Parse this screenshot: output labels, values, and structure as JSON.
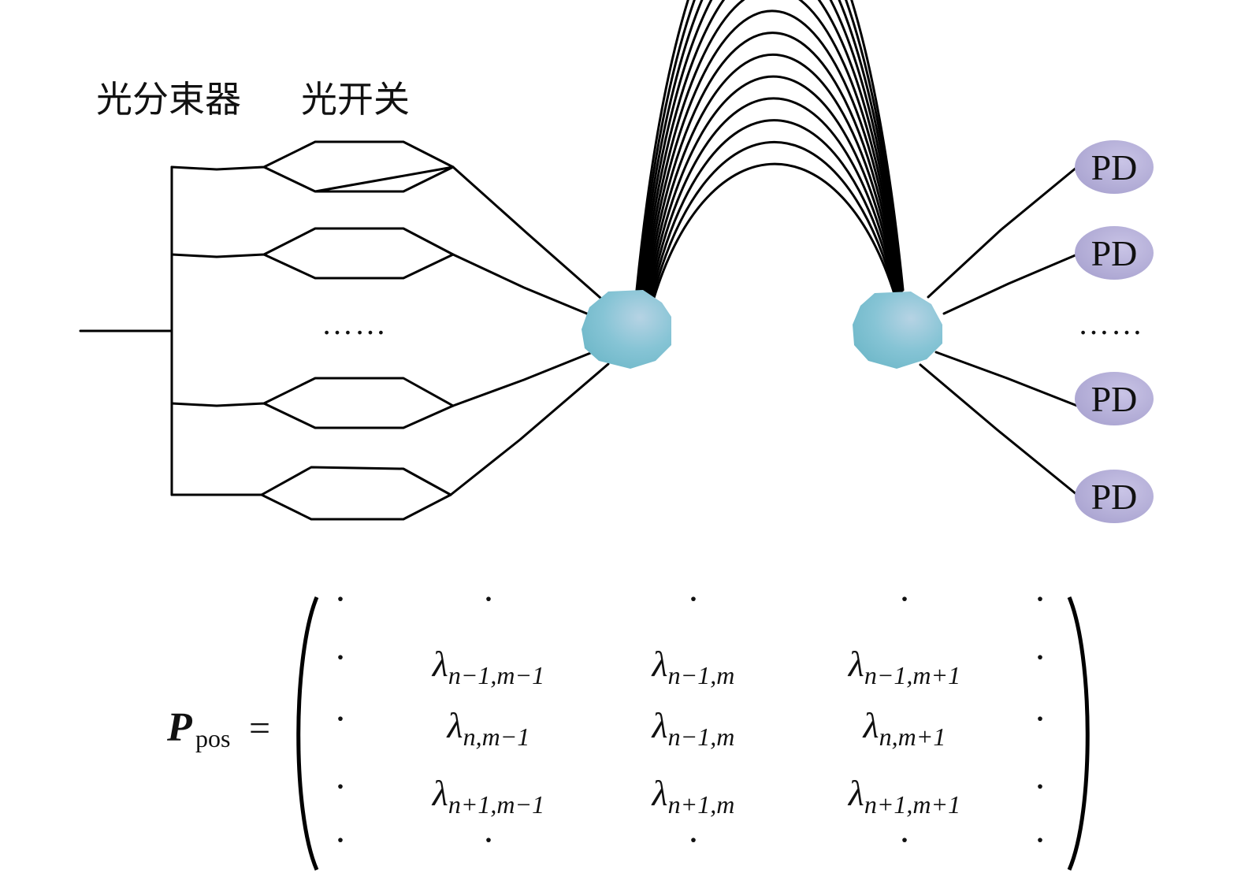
{
  "labels": {
    "beam_splitter": "光分束器",
    "optical_switch": "光开关",
    "switch_ellipsis": "……",
    "pd_ellipsis": "……"
  },
  "detectors": [
    "PD",
    "PD",
    "PD",
    "PD"
  ],
  "equation": {
    "symbol": "P",
    "symbol_subscript": "pos",
    "equals": "=",
    "rows": [
      [
        "·",
        "·",
        "·",
        "·",
        "·"
      ],
      [
        "·",
        {
          "base": "λ",
          "sub": "n−1,m−1"
        },
        {
          "base": "λ",
          "sub": "n−1,m"
        },
        {
          "base": "λ",
          "sub": "n−1,m+1"
        },
        "·"
      ],
      [
        "·",
        {
          "base": "λ",
          "sub": "n,m−1"
        },
        {
          "base": "λ",
          "sub": "n−1,m"
        },
        {
          "base": "λ",
          "sub": "n,m+1"
        },
        "·"
      ],
      [
        "·",
        {
          "base": "λ",
          "sub": "n+1,m−1"
        },
        {
          "base": "λ",
          "sub": "n+1,m"
        },
        {
          "base": "λ",
          "sub": "n+1,m+1"
        },
        "·"
      ],
      [
        "·",
        "·",
        "·",
        "·",
        "·"
      ]
    ]
  },
  "colors": {
    "node_fill": "#7fc0d2",
    "pd_fill": "#b7b3d8",
    "line": "#000000"
  }
}
